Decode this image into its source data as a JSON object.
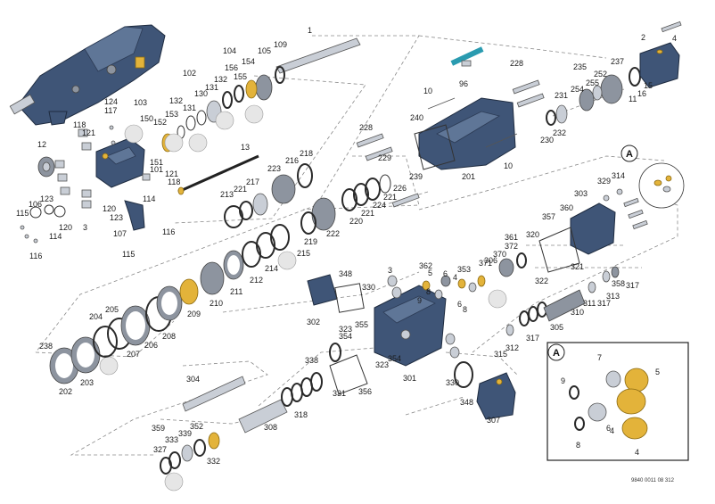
{
  "diagram": {
    "reference_code": "9840 0011 08 312",
    "inset_badge": "A",
    "callouts": [
      "1",
      "2",
      "3",
      "4",
      "5",
      "6",
      "8",
      "9",
      "10",
      "11",
      "12",
      "13",
      "15",
      "16",
      "96",
      "101",
      "102",
      "103",
      "104",
      "105",
      "106",
      "107",
      "109",
      "114",
      "115",
      "116",
      "117",
      "118",
      "120",
      "121",
      "123",
      "124",
      "130",
      "131",
      "132",
      "150",
      "151",
      "152",
      "153",
      "154",
      "155",
      "156",
      "201",
      "202",
      "203",
      "204",
      "205",
      "206",
      "207",
      "208",
      "209",
      "210",
      "211",
      "212",
      "213",
      "214",
      "215",
      "216",
      "217",
      "218",
      "219",
      "220",
      "221",
      "222",
      "223",
      "224",
      "226",
      "228",
      "229",
      "230",
      "231",
      "232",
      "235",
      "237",
      "238",
      "239",
      "240",
      "252",
      "254",
      "255",
      "301",
      "302",
      "303",
      "304",
      "305",
      "306",
      "307",
      "308",
      "310",
      "311",
      "312",
      "313",
      "314",
      "315",
      "317",
      "318",
      "320",
      "321",
      "322",
      "323",
      "327",
      "329",
      "330",
      "331",
      "332",
      "333",
      "338",
      "339",
      "348",
      "352",
      "353",
      "354",
      "355",
      "356",
      "357",
      "358",
      "359",
      "360",
      "361",
      "362",
      "370",
      "371",
      "372"
    ],
    "inset_callouts": [
      "4",
      "5",
      "6",
      "7",
      "8",
      "9"
    ]
  },
  "colors": {
    "housing": "#3f5577",
    "steel": "#c9ced6",
    "gold_part": "#e3b33a",
    "accent_blue": "#2a9bb0"
  }
}
